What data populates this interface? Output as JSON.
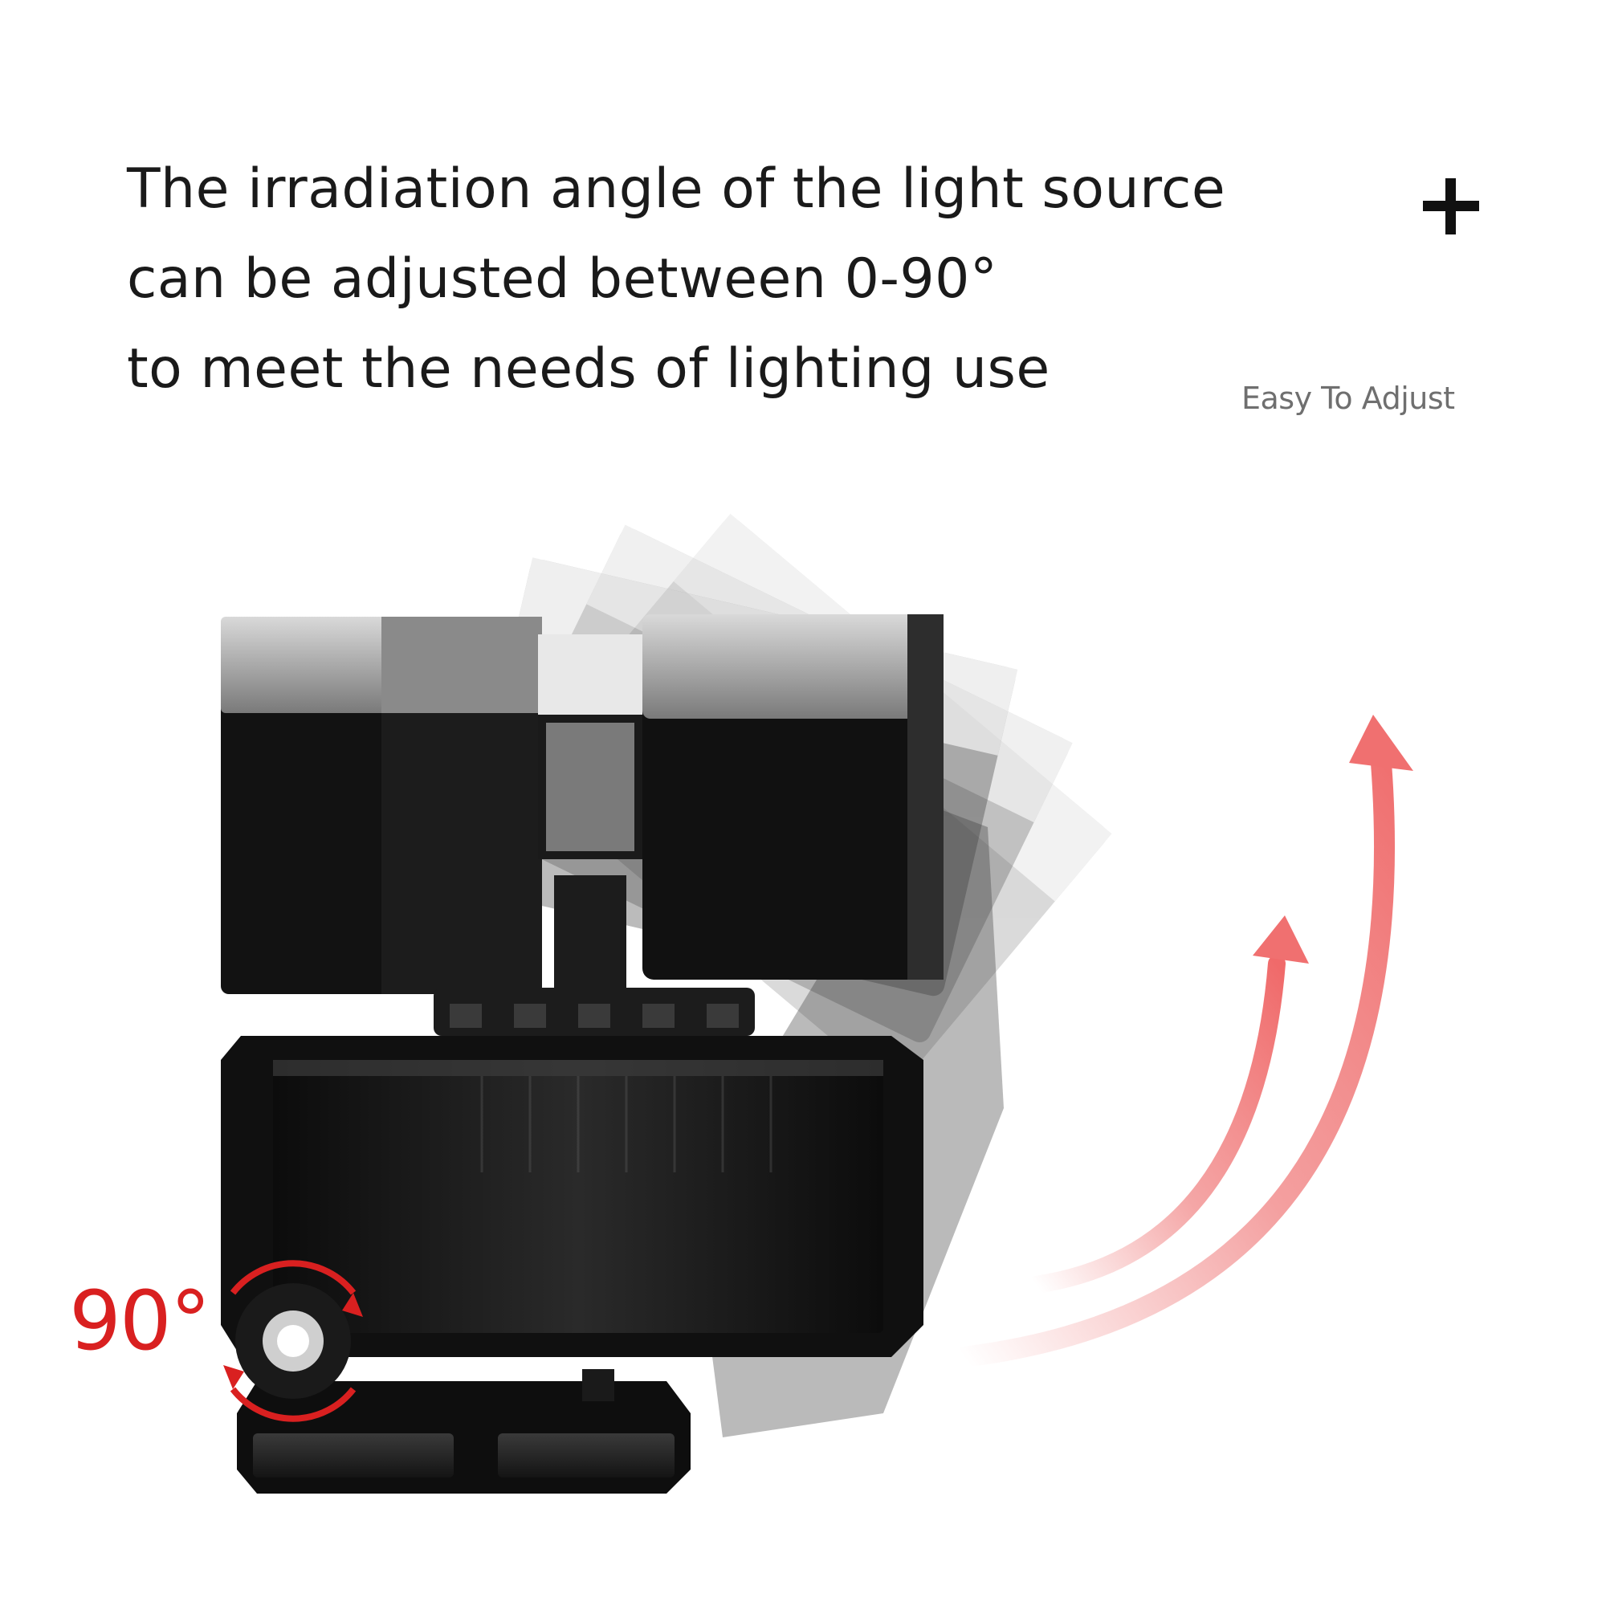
{
  "headline": {
    "line1": "The irradiation angle of the light source",
    "line2": "can be adjusted between 0-90°",
    "line3": "to meet the needs of lighting use"
  },
  "plus_icon": "plus-icon",
  "adjust_label": "Easy To Adjust",
  "angle_label": "90°",
  "colors": {
    "text": "#1a1a1a",
    "accent_red": "#d92020",
    "arrow_pink": "#f08080",
    "product_black": "#141414"
  }
}
